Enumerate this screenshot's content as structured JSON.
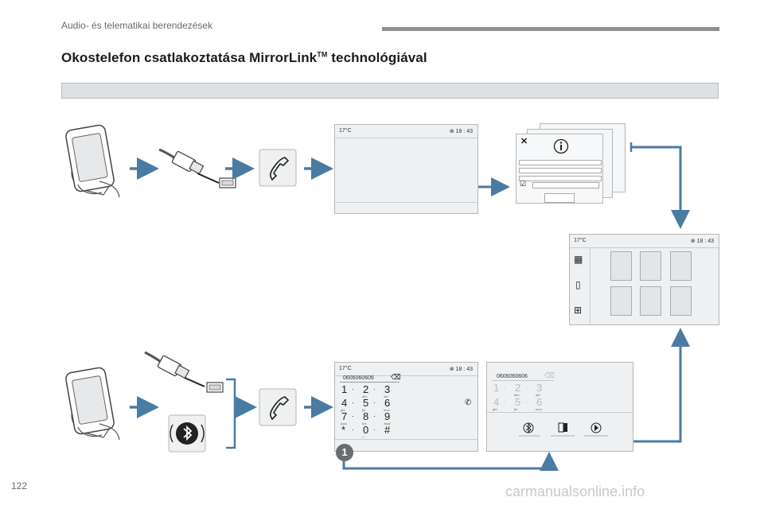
{
  "header": {
    "section": "Audio- és telematikai berendezések"
  },
  "title": {
    "main": "Okostelefon csatlakoztatása MirrorLink",
    "tm": "TM",
    "rest": " technológiával"
  },
  "page_number": "122",
  "watermark": "carmanualsonline.info",
  "screens": {
    "status_temp": "17°C",
    "status_time": "18 : 43"
  },
  "dialer": {
    "number": "0606060606",
    "keys": [
      {
        "d": "1",
        "s": ""
      },
      {
        "d": "2",
        "s": "abc"
      },
      {
        "d": "3",
        "s": "def"
      },
      {
        "d": "4",
        "s": "ghi"
      },
      {
        "d": "5",
        "s": "jkl"
      },
      {
        "d": "6",
        "s": "mno"
      },
      {
        "d": "7",
        "s": "pqrs"
      },
      {
        "d": "8",
        "s": "tuv"
      },
      {
        "d": "9",
        "s": "wxyz"
      },
      {
        "d": "*",
        "s": ""
      },
      {
        "d": "0",
        "s": "+"
      },
      {
        "d": "#",
        "s": ""
      }
    ],
    "separator": "·"
  },
  "faded_dialer": {
    "number": "0606060606",
    "keys": [
      {
        "d": "1",
        "s": ""
      },
      {
        "d": "2",
        "s": "abc"
      },
      {
        "d": "3",
        "s": "def"
      },
      {
        "d": "4",
        "s": "ghi"
      },
      {
        "d": "5",
        "s": "jkl"
      },
      {
        "d": "6",
        "s": "mno"
      }
    ]
  },
  "step_badge": "1",
  "colors": {
    "arrow": "#4a7ba3",
    "screen_bg": "#eef0f1",
    "header_bar": "#8f9092"
  }
}
